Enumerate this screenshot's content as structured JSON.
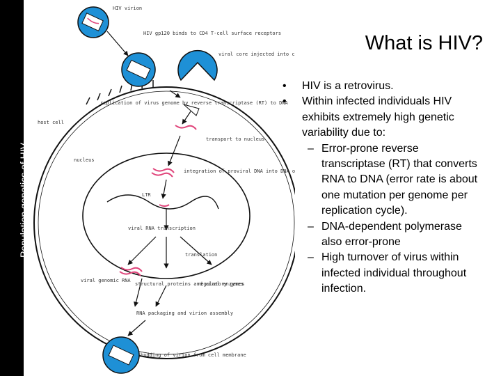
{
  "sidebar": {
    "title": "Population genetics of HIV"
  },
  "slide": {
    "title": "What is HIV?"
  },
  "bullets": [
    {
      "text": "HIV is a retrovirus.",
      "sub": []
    },
    {
      "text": "Within infected individuals HIV exhibits extremely high genetic variability due to:",
      "sub": [
        "Error-prone reverse transcriptase (RT) that converts RNA to DNA (error rate is about one mutation per genome per replication cycle).",
        "DNA-dependent polymerase also error-prone",
        "High turnover of virus within infected individual throughout infection."
      ]
    }
  ],
  "diagram": {
    "labels": {
      "hiv_virion": "HIV virion",
      "binding": "HIV gp120 binds to CD4 T-cell surface receptors",
      "virion_core": "viral core injected into cell",
      "host_cell": "host cell",
      "rt": "replication of virus genome by reverse transcriptase (RT) to DNA",
      "nucleus": "nucleus",
      "transport": "transport to nucleus",
      "integration": "integration of proviral DNA into DNA of infected cell",
      "ltr": "LTR",
      "mrna": "viral RNA transcription",
      "translation": "translation",
      "viral_genomic": "viral genomic RNA",
      "structural": "structural proteins and viral enzymes",
      "regulatory": "regulatory genes",
      "packaging": "RNA packaging and virion assembly",
      "budding": "budding of virion from cell membrane"
    },
    "colors": {
      "virus": "#1e90d6",
      "rna": "#e0457b",
      "line": "#111111"
    }
  }
}
